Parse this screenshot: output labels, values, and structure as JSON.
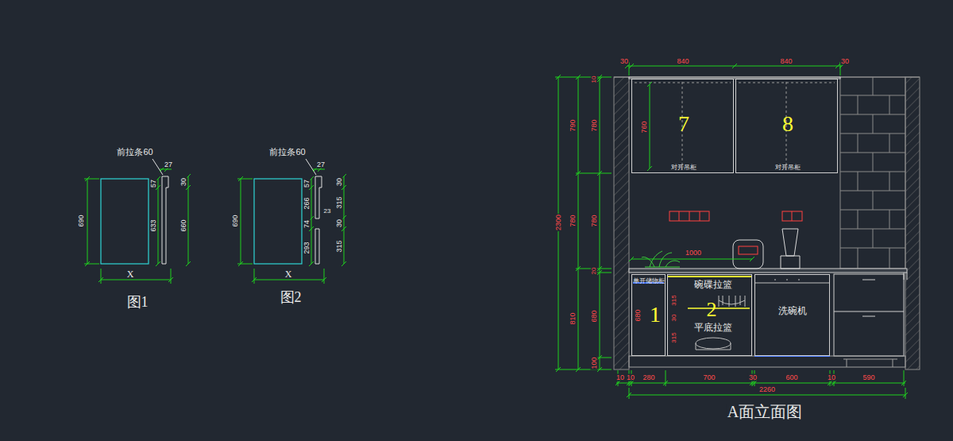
{
  "diagram": {
    "caption": "A面立面图",
    "nodes": [
      {
        "text": [
          "7",
          "对开吊柜"
        ]
      },
      {
        "text": [
          "8",
          "对开吊柜"
        ]
      },
      {
        "text": [
          "单开储物柜",
          "1"
        ]
      },
      {
        "text": [
          "碗碟拉篮",
          "2",
          "平底拉篮"
        ]
      },
      {
        "text": [
          "洗碗机"
        ]
      }
    ],
    "labels": [
      "前拉条60",
      "27",
      "57",
      "633",
      "30",
      "660",
      "690",
      "X",
      "图1",
      "前拉条60",
      "27",
      "57",
      "266",
      "74",
      "23",
      "293",
      "30",
      "315",
      "30",
      "315",
      "690",
      "X",
      "图2",
      "30",
      "840",
      "840",
      "30",
      "2300",
      "790",
      "780",
      "810",
      "10",
      "780",
      "780",
      "20",
      "680",
      "100",
      "760",
      "1000",
      "680",
      "315",
      "30",
      "315",
      "10",
      "10",
      "280",
      "700",
      "30",
      "600",
      "10",
      "590",
      "2260"
    ]
  }
}
